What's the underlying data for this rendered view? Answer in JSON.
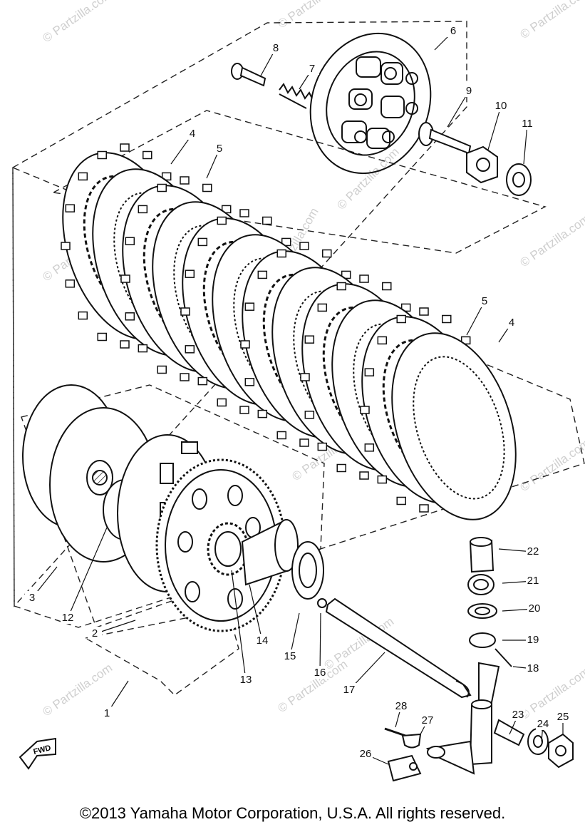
{
  "watermark": "© Partzilla.com",
  "fwd_label": "FWD",
  "copyright": "©2013  Yamaha Motor Corporation, U.S.A. All rights reserved.",
  "callouts": [
    "1",
    "2",
    "3",
    "4",
    "4",
    "5",
    "5",
    "6",
    "7",
    "8",
    "9",
    "10",
    "11",
    "12",
    "13",
    "14",
    "15",
    "16",
    "17",
    "18",
    "19",
    "20",
    "21",
    "22",
    "23",
    "24",
    "25",
    "26",
    "27",
    "28"
  ]
}
